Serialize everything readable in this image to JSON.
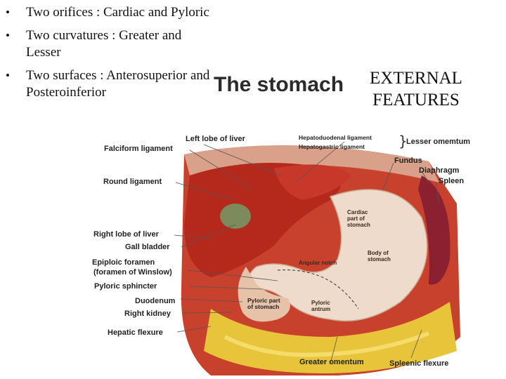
{
  "bullets": [
    "Two orifices : Cardiac and Pyloric",
    "Two curvatures : Greater and Lesser",
    "Two surfaces : Anterosuperior and Posteroinferior"
  ],
  "bullet_symbol": "•",
  "title": "The stomach",
  "section": [
    "EXTERNAL",
    "FEATURES"
  ],
  "figure_labels": {
    "left_lobe_of_liver": "Left lobe of liver",
    "falciform_ligament": "Falciform ligament",
    "round_ligament": "Round ligament",
    "right_lobe_of_liver": "Right lobe of liver",
    "gall_bladder": "Gall bladder",
    "epiploic_foramen": "Epiploic foramen",
    "foramen_of_winslow": "(foramen of Winslow)",
    "pyloric_sphincter": "Pyloric sphincter",
    "duodenum": "Duodenum",
    "right_kidney": "Right kidney",
    "hepatic_flexure": "Hepatic flexure",
    "hepatoduodenal_ligament": "Hepatoduodenal ligament",
    "hepatogastric_ligament": "Hepatogastric ligament",
    "lesser_omentum": "Lesser omemtum",
    "fundus": "Fundus",
    "diaphragm": "Diaphragm",
    "spleen": "Spleen",
    "cardiac_part": [
      "Cardiac",
      "part of",
      "stomach"
    ],
    "body_of_stomach": [
      "Body of",
      "stomach"
    ],
    "angular_notch": "Angular notch",
    "pyloric_part": [
      "Pyloric part",
      "of stomach"
    ],
    "pyloric_antrum": [
      "Pyloric",
      "antrum"
    ],
    "greater_omentum": "Greater omentum",
    "splenic_flexure": "Spleenic flexure"
  },
  "colors": {
    "muscle": "#c8412c",
    "liver": "#b5291c",
    "stomach": "#eedbcc",
    "fat": "#e8c43a",
    "gallbladder": "#7d8a5c"
  },
  "brace_symbol": "}"
}
